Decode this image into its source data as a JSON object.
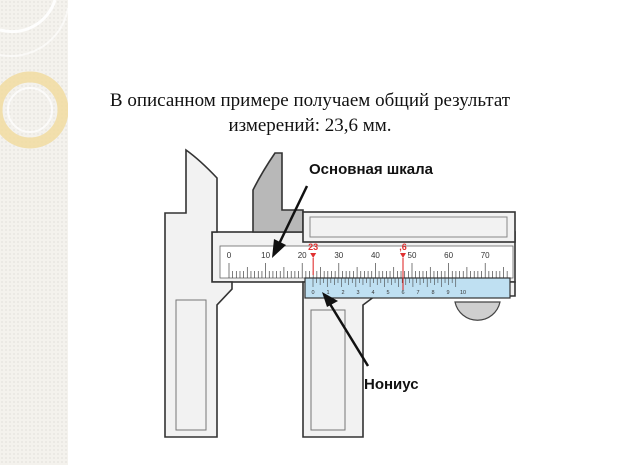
{
  "slide": {
    "title_line1": "В описанном примере получаем общий результат",
    "title_line2": "измерений: 23,6 мм."
  },
  "diagram": {
    "main_scale_label": "Основная шкала",
    "vernier_label": "Нониус",
    "main_scale": {
      "numbers": [
        "0",
        "10",
        "20",
        "30",
        "40",
        "50",
        "60",
        "70"
      ],
      "highlight_reading": "23",
      "highlight_value_mm": 23
    },
    "vernier_scale": {
      "numbers": [
        "0",
        "1",
        "2",
        "3",
        "4",
        "5",
        "6",
        "7",
        "8",
        "9",
        "10"
      ],
      "highlight_reading": ",6",
      "highlight_division": 6
    },
    "colors": {
      "vernier_fill": "#bfe0f2",
      "highlight": "#e03030",
      "jaw_dark": "#b8b8b8",
      "outline": "#333333"
    }
  }
}
